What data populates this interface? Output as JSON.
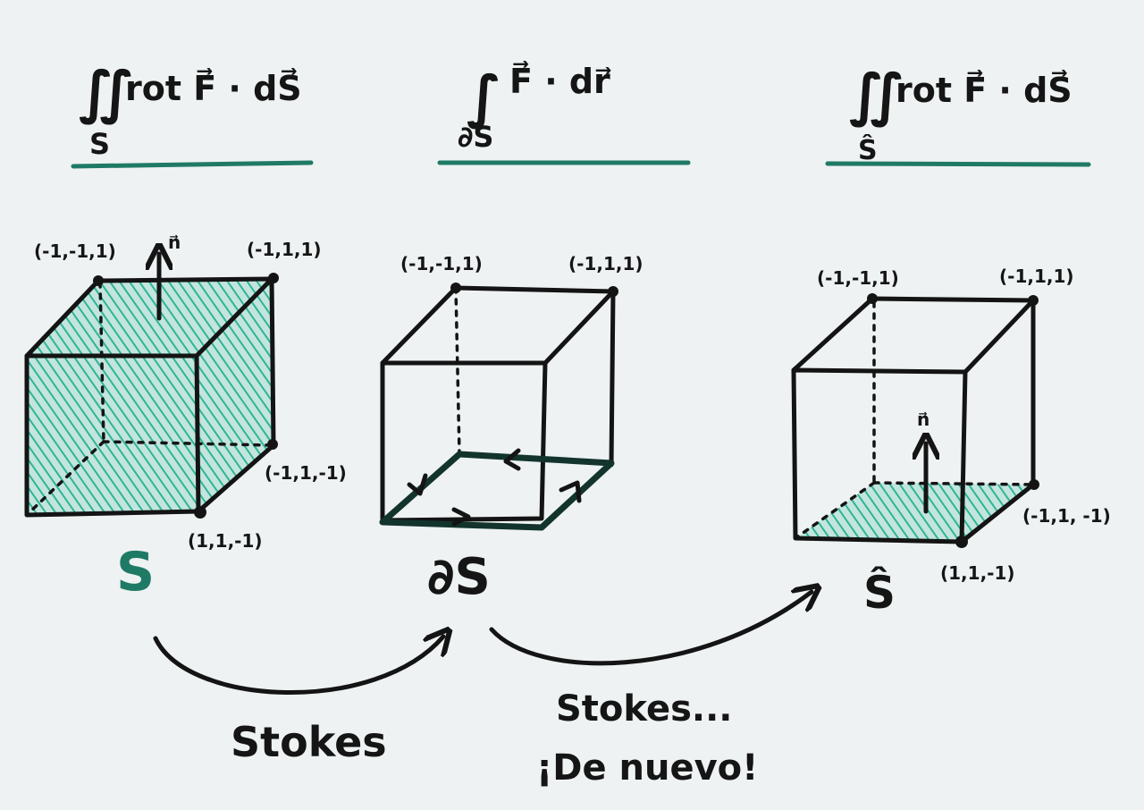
{
  "formulas": {
    "left": {
      "integral": "∬",
      "body": "rot F⃗ · dS⃗",
      "sub": "S"
    },
    "middle": {
      "integral": "∫",
      "body": "F⃗ · dr⃗",
      "sub": "∂S"
    },
    "right": {
      "integral": "∬",
      "body": "rot F⃗ · dS⃗",
      "sub": "Ŝ"
    }
  },
  "cubes": {
    "left": {
      "name": "S",
      "normal_label": "n⃗",
      "vertices": {
        "top_back_left": "(-1,-1,1)",
        "top_back_right": "(-1,1,1)",
        "mid_right": "(-1,1,-1)",
        "bottom_front_right": "(1,1,-1)"
      }
    },
    "middle": {
      "name": "∂S",
      "vertices": {
        "top_back_left": "(-1,-1,1)",
        "top_back_right": "(-1,1,1)"
      }
    },
    "right": {
      "name": "Ŝ",
      "normal_label": "n⃗",
      "vertices": {
        "top_back_left": "(-1,-1,1)",
        "top_back_right": "(-1,1,1)",
        "mid_right": "(-1,1, -1)",
        "bottom_front_right": "(1,1,-1)"
      }
    }
  },
  "arrows": {
    "first": "Stokes",
    "second_line1": "Stokes...",
    "second_line2": "¡De nuevo!"
  },
  "colors": {
    "ink": "#141414",
    "teal": "#1f7a65",
    "hatch": "#2fb596",
    "board": "#eef2f2"
  }
}
